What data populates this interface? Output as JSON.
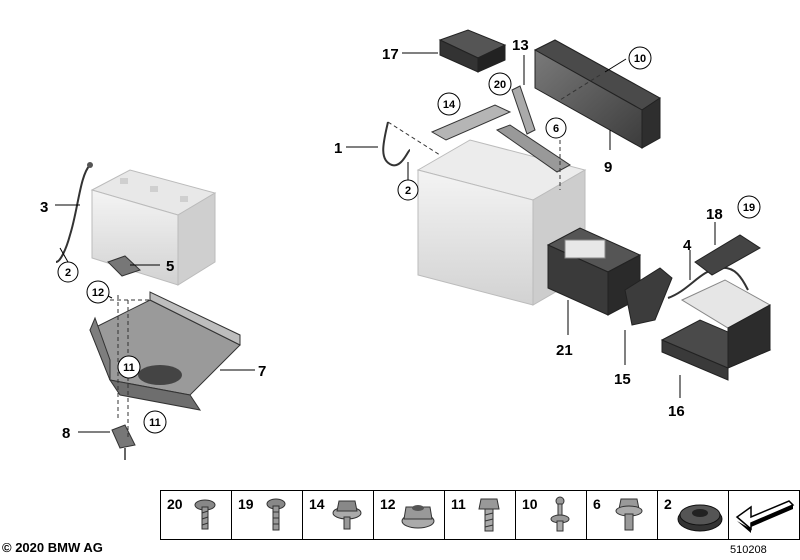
{
  "callouts": {
    "c1": "1",
    "c2a": "2",
    "c2b": "2",
    "c3": "3",
    "c4": "4",
    "c5": "5",
    "c6": "6",
    "c7": "7",
    "c8": "8",
    "c9": "9",
    "c10": "10",
    "c11a": "11",
    "c11b": "11",
    "c12": "12",
    "c13": "13",
    "c14": "14",
    "c15": "15",
    "c16": "16",
    "c17": "17",
    "c18": "18",
    "c19": "19",
    "c20": "20",
    "c21": "21"
  },
  "reference_bar": {
    "items": [
      {
        "number": "20",
        "part": "screw-icon"
      },
      {
        "number": "19",
        "part": "rivet-icon"
      },
      {
        "number": "14",
        "part": "collar-nut-icon"
      },
      {
        "number": "12",
        "part": "flange-nut-icon"
      },
      {
        "number": "11",
        "part": "hex-bolt-icon"
      },
      {
        "number": "10",
        "part": "clip-icon"
      },
      {
        "number": "6",
        "part": "collar-screw-icon"
      },
      {
        "number": "2",
        "part": "grommet-icon"
      }
    ],
    "arrow": "direction-arrow-icon"
  },
  "footer": {
    "copyright": "© 2020 BMW AG",
    "figure_id": "510208"
  }
}
